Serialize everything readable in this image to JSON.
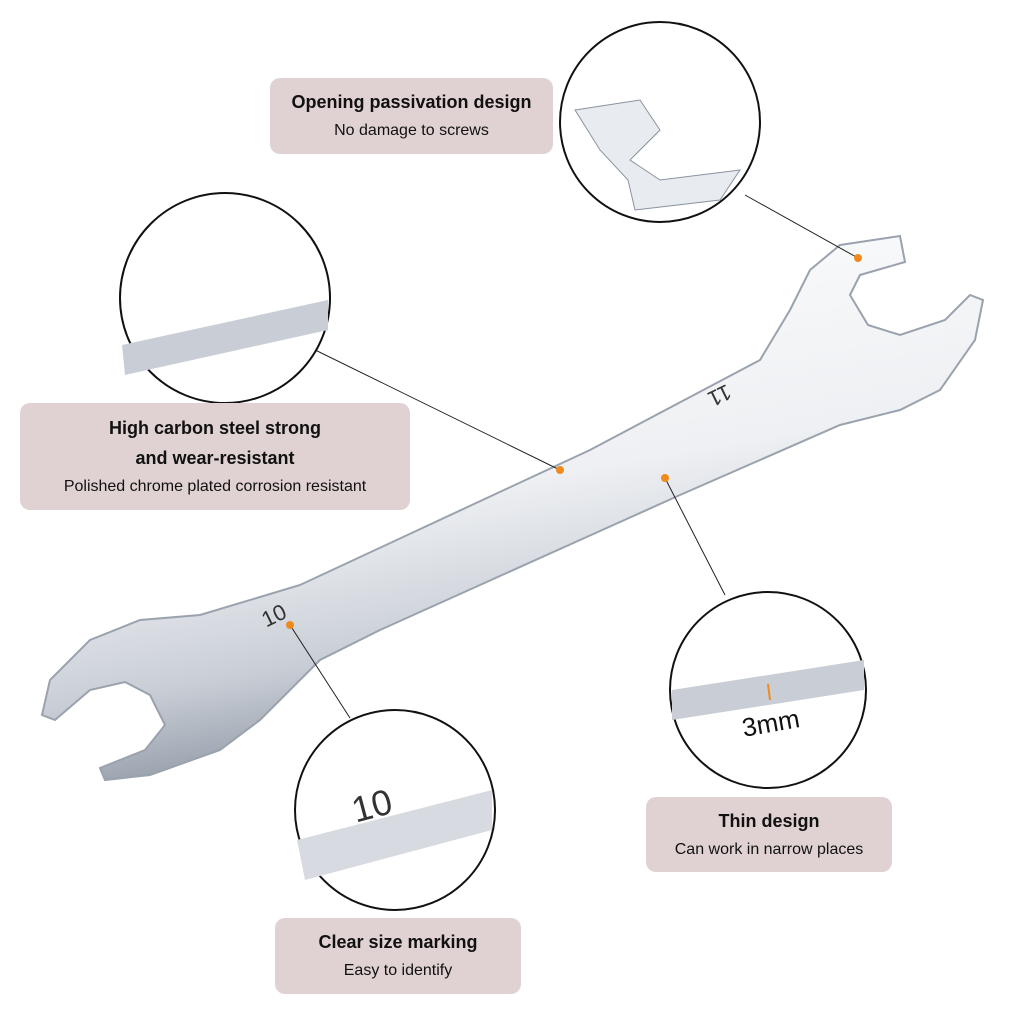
{
  "colors": {
    "label_bg": "#e0d2d2",
    "accent": "#f08a1c"
  },
  "features": [
    {
      "title": "Opening passivation design",
      "subtitle": "No damage to screws"
    },
    {
      "title_line1": "High carbon steel strong",
      "title_line2": "and wear-resistant",
      "subtitle": "Polished chrome plated corrosion resistant"
    },
    {
      "title": "Thin design",
      "subtitle": "Can work in narrow places"
    },
    {
      "title": "Clear size marking",
      "subtitle": "Easy to identify"
    }
  ],
  "product_marks": {
    "size_left": "10",
    "size_right": "11",
    "thickness": "3mm",
    "zoom_size": "10"
  }
}
